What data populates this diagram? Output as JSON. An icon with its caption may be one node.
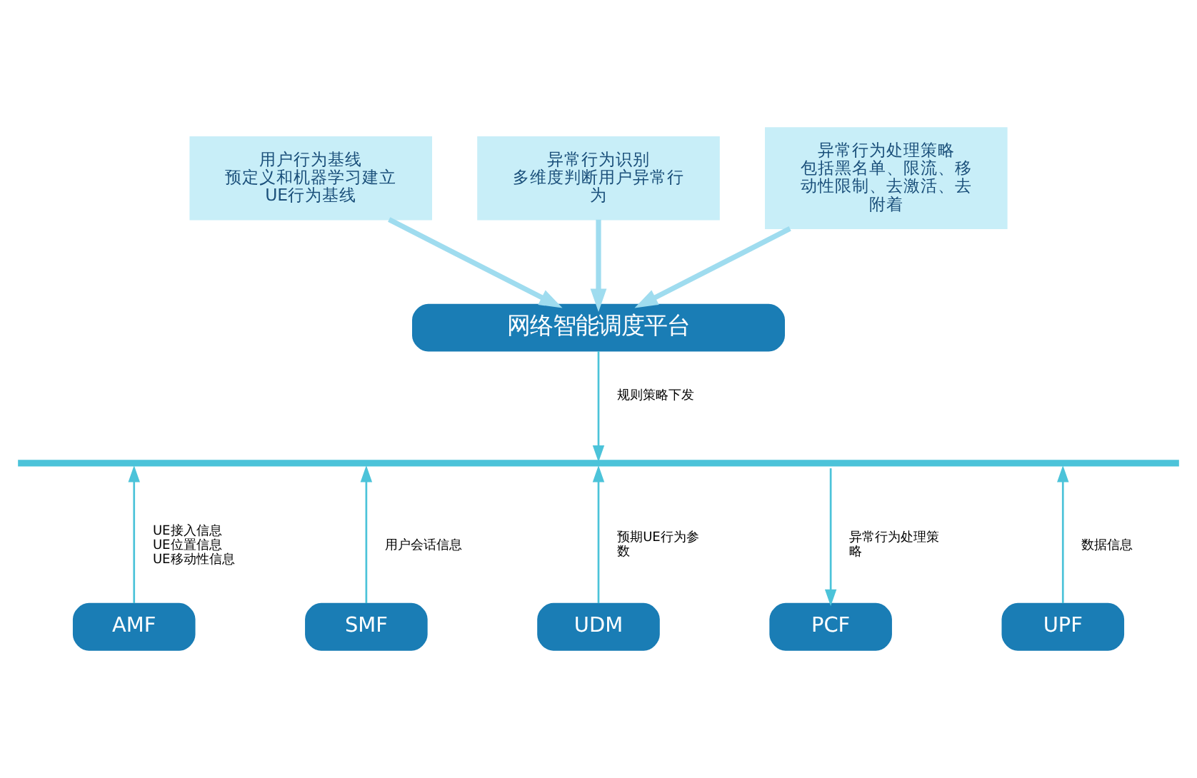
{
  "diagram": {
    "nodes": [
      {
        "text": [
          "用户行为基线",
          "预定义和机器学习建立UE行为基线"
        ]
      },
      {
        "text": [
          "异常行为识别",
          "多维度判断用户异常行为"
        ]
      },
      {
        "text": [
          "异常行为处理策略",
          "包括黑名单、限流、移动性限制、去激活、去附着"
        ]
      },
      {
        "text": [
          "网络智能调度平台"
        ]
      },
      {
        "text": [],
        "shape": "bar"
      },
      {
        "text": [
          "AMF"
        ]
      },
      {
        "text": [
          "SMF"
        ]
      },
      {
        "text": [
          "UDM"
        ]
      },
      {
        "text": [
          "PCF"
        ]
      },
      {
        "text": [
          "UPF"
        ]
      }
    ],
    "edges": [
      {
        "from": 0,
        "to": 3,
        "arrow": "to",
        "style": "thick",
        "color": "#9fdcef"
      },
      {
        "from": 1,
        "to": 3,
        "arrow": "to",
        "style": "thick",
        "color": "#9fdcef"
      },
      {
        "from": 2,
        "to": 3,
        "arrow": "to",
        "style": "thick",
        "color": "#9fdcef"
      },
      {
        "from": 3,
        "to": 4,
        "arrow": "to",
        "label": "规则策略下发"
      },
      {
        "from": 5,
        "to": 4,
        "arrow": "to",
        "label": "UE接入信息 UE位置信息 UE移动性信息"
      },
      {
        "from": 6,
        "to": 4,
        "arrow": "to",
        "label": "用户会话信息"
      },
      {
        "from": 7,
        "to": 4,
        "arrow": "to",
        "label": "预期UE行为参数"
      },
      {
        "from": 4,
        "to": 8,
        "arrow": "to",
        "label": "异常行为处理策略"
      },
      {
        "from": 9,
        "to": 4,
        "arrow": "to",
        "label": "数据信息"
      }
    ]
  }
}
